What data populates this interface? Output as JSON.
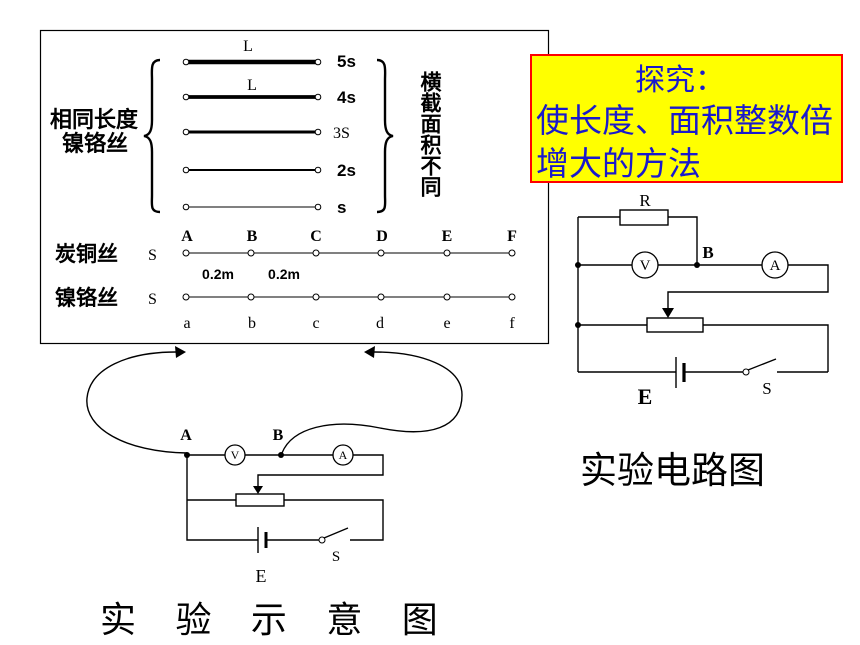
{
  "board": {
    "group_label": [
      "相同长度",
      "镍铬丝"
    ],
    "wires": [
      {
        "length_label": "L",
        "area_label": "5s"
      },
      {
        "length_label": "L",
        "area_label": "4s"
      },
      {
        "area_label": "3S"
      },
      {
        "area_label": "2s"
      },
      {
        "area_label": "s"
      }
    ],
    "side_label": "横截面积不同",
    "carbon_wire": {
      "name": "炭铜丝",
      "start_label": "S",
      "points": [
        "A",
        "B",
        "C",
        "D",
        "E",
        "F"
      ]
    },
    "segment_labels": [
      "0.2m",
      "0.2m"
    ],
    "nichrome_wire": {
      "name": "镍铬丝",
      "start_label": "S",
      "points": [
        "a",
        "b",
        "c",
        "d",
        "e",
        "f"
      ]
    }
  },
  "callout": {
    "title": "探究：",
    "lines": [
      "使长度、面积整数倍",
      "增大的方法"
    ],
    "background": "#ffff00",
    "border": "#ff0000",
    "text_color": "#1a1acc"
  },
  "circuit_diagram": {
    "resistor_label": "R",
    "node_label": "B",
    "voltmeter_label": "V",
    "ammeter_label": "A",
    "battery_label": "E",
    "switch_label": "S",
    "caption": "实验电路图"
  },
  "setup_diagram": {
    "node_a_label": "A",
    "node_b_label": "B",
    "voltmeter_label": "V",
    "ammeter_label": "A",
    "battery_label": "E",
    "switch_label": "S",
    "caption": "实 验 示 意 图"
  }
}
